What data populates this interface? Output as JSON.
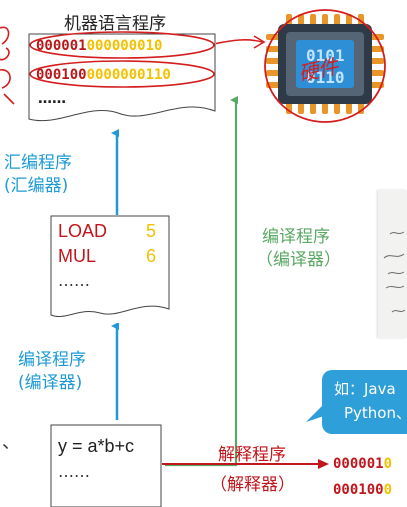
{
  "machine_language": {
    "title": "机器语言程序",
    "line1_red": "000001",
    "line1_yellow": "000000010",
    "line2_red": "000100",
    "line2_yellow": "0000000110",
    "ellipsis": "……"
  },
  "hardware": {
    "chip_text_top": "0101",
    "chip_text_bottom": "0110",
    "annotation": "硬件"
  },
  "assembler": {
    "label": "汇编程序",
    "sub": "(汇编器)"
  },
  "assembly_program": {
    "op1": "LOAD",
    "arg1": "5",
    "op2": "MUL",
    "arg2": "6",
    "ellipsis": "……"
  },
  "compiler_left": {
    "label": "编译程序",
    "sub": "(编译器)"
  },
  "compiler_right": {
    "label": "编译程序",
    "sub": "（编译器）"
  },
  "high_level_program": {
    "statement": "y = a*b+c",
    "ellipsis": "……"
  },
  "interpreter": {
    "label": "解释程序",
    "sub": "（解释器）",
    "out1_red": "000001",
    "out1_yellow": "0",
    "out2_red": "000100",
    "out2_yellow": "0"
  },
  "bubble": {
    "line1": "如：Java",
    "line2": "Python、"
  },
  "edge_marks": {
    "top_left": "语",
    "left_mid": "、"
  },
  "colors": {
    "blue": "#1e9ad6",
    "green": "#59a863",
    "red": "#c0161c",
    "yellow": "#f2c100",
    "chip_blue": "#2f8fd6",
    "chip_orange": "#e8962a"
  }
}
